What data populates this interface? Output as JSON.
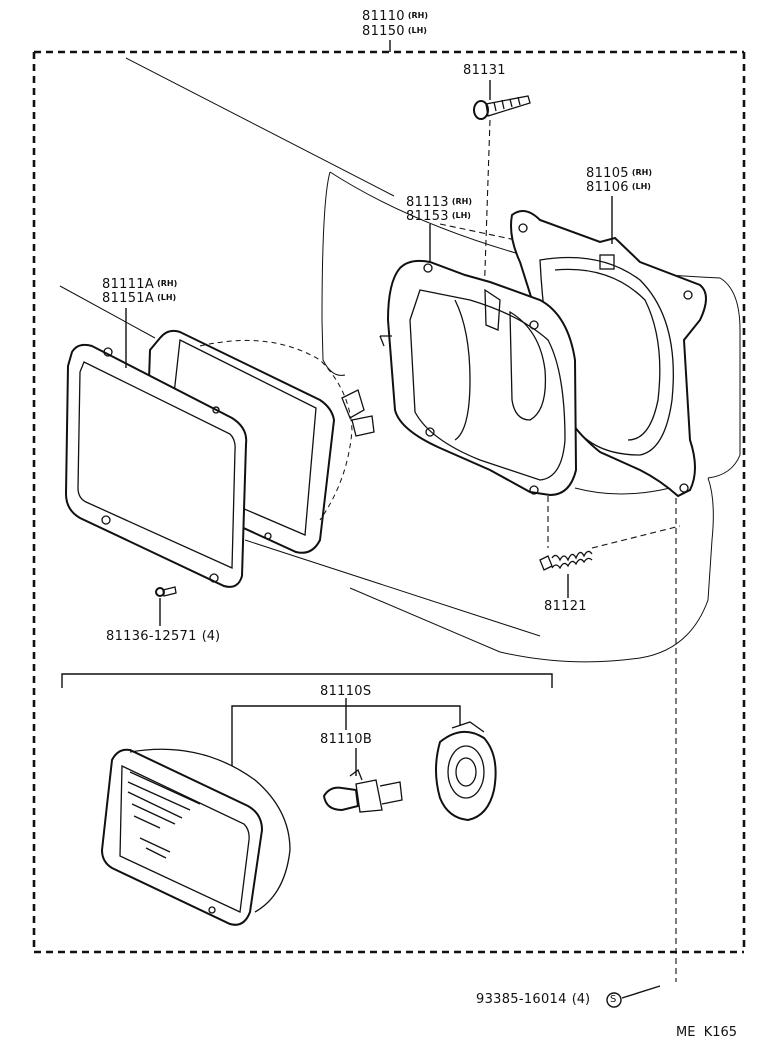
{
  "diagram": {
    "assembly_rh": "81110",
    "assembly_rh_side": "(RH)",
    "assembly_lh": "81150",
    "assembly_lh_side": "(LH)",
    "screw_top": "81131",
    "bracket_rh": "81105",
    "bracket_rh_side": "(RH)",
    "bracket_lh": "81106",
    "bracket_lh_side": "(LH)",
    "housing_rh": "81113",
    "housing_rh_side": "(RH)",
    "housing_lh": "81153",
    "housing_lh_side": "(LH)",
    "ring_rh": "81111A",
    "ring_rh_side": "(RH)",
    "ring_lh": "81151A",
    "ring_lh_side": "(LH)",
    "spring": "81121",
    "screw_ring": "81136-12571",
    "screw_ring_qty": "(4)",
    "unit_set": "81110S",
    "bulb": "81110B",
    "nut": "93385-16014",
    "nut_qty": "(4)",
    "nut_symbol": "S",
    "catalog_ref": "ME  K165"
  }
}
